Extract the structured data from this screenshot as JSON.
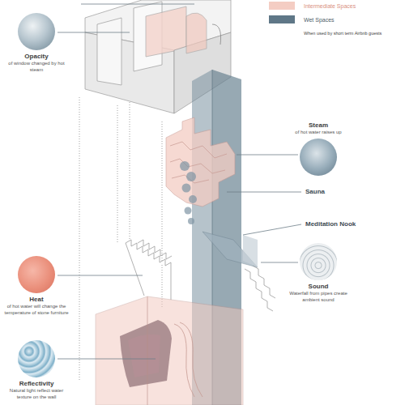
{
  "diagram": {
    "nodes": [
      {
        "text": [
          "Opacity",
          "of window changed by hot steam"
        ]
      },
      {
        "text": [
          "Steam",
          "of hot water raises up"
        ]
      },
      {
        "text": [
          "Sound",
          "Waterfall from pipes create ambient sound"
        ]
      },
      {
        "text": [
          "Heat",
          "of hot water will change the temperature of stone furniture"
        ]
      },
      {
        "text": [
          "Reflectivity",
          "Natural light reflect water texture on the wall"
        ]
      }
    ],
    "labels": [
      "When used by short term Airbnb guests",
      "Sauna",
      "Meditation Nook"
    ],
    "legend": [
      {
        "text": "Intermediate Spaces",
        "color": "#f4cdc3"
      },
      {
        "text": "Wet Spaces",
        "color": "#5f7787"
      }
    ]
  }
}
